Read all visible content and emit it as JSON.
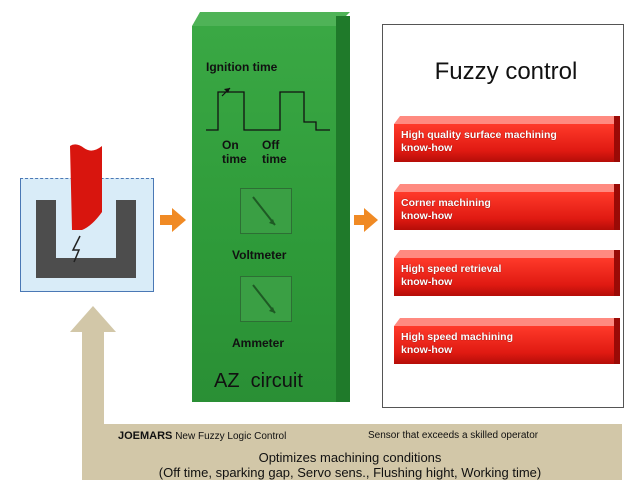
{
  "az": {
    "ignition_time": "Ignition time",
    "on_time": "On\ntime",
    "off_time": "Off\ntime",
    "voltmeter": "Voltmeter",
    "ammeter": "Ammeter",
    "title": "AZ  circuit"
  },
  "fuzzy": {
    "title": "Fuzzy control",
    "items": [
      {
        "line1": "High quality surface machining",
        "line2": "know-how"
      },
      {
        "line1": "Corner machining",
        "line2": "know-how"
      },
      {
        "line1": "High speed retrieval",
        "line2": "know-how"
      },
      {
        "line1": "High speed machining",
        "line2": "know-how"
      }
    ]
  },
  "captions": {
    "brand": "JOEMARS",
    "product": "New Fuzzy Logic Control",
    "sensor": "Sensor that exceeds a skilled operator"
  },
  "bottom": {
    "line1": "Optimizes machining conditions",
    "line2": "(Off time, sparking gap, Servo sens., Flushing hight, Working time)"
  },
  "colors": {
    "az_green": "#2e9a39",
    "fuzzy_red": "#e01a12",
    "arrow_orange": "#f08a24",
    "feedback_band": "#d2c7a8"
  },
  "icons": {
    "spark": "lightning-bolt",
    "voltmeter": "gauge-needle",
    "ammeter": "gauge-needle"
  }
}
